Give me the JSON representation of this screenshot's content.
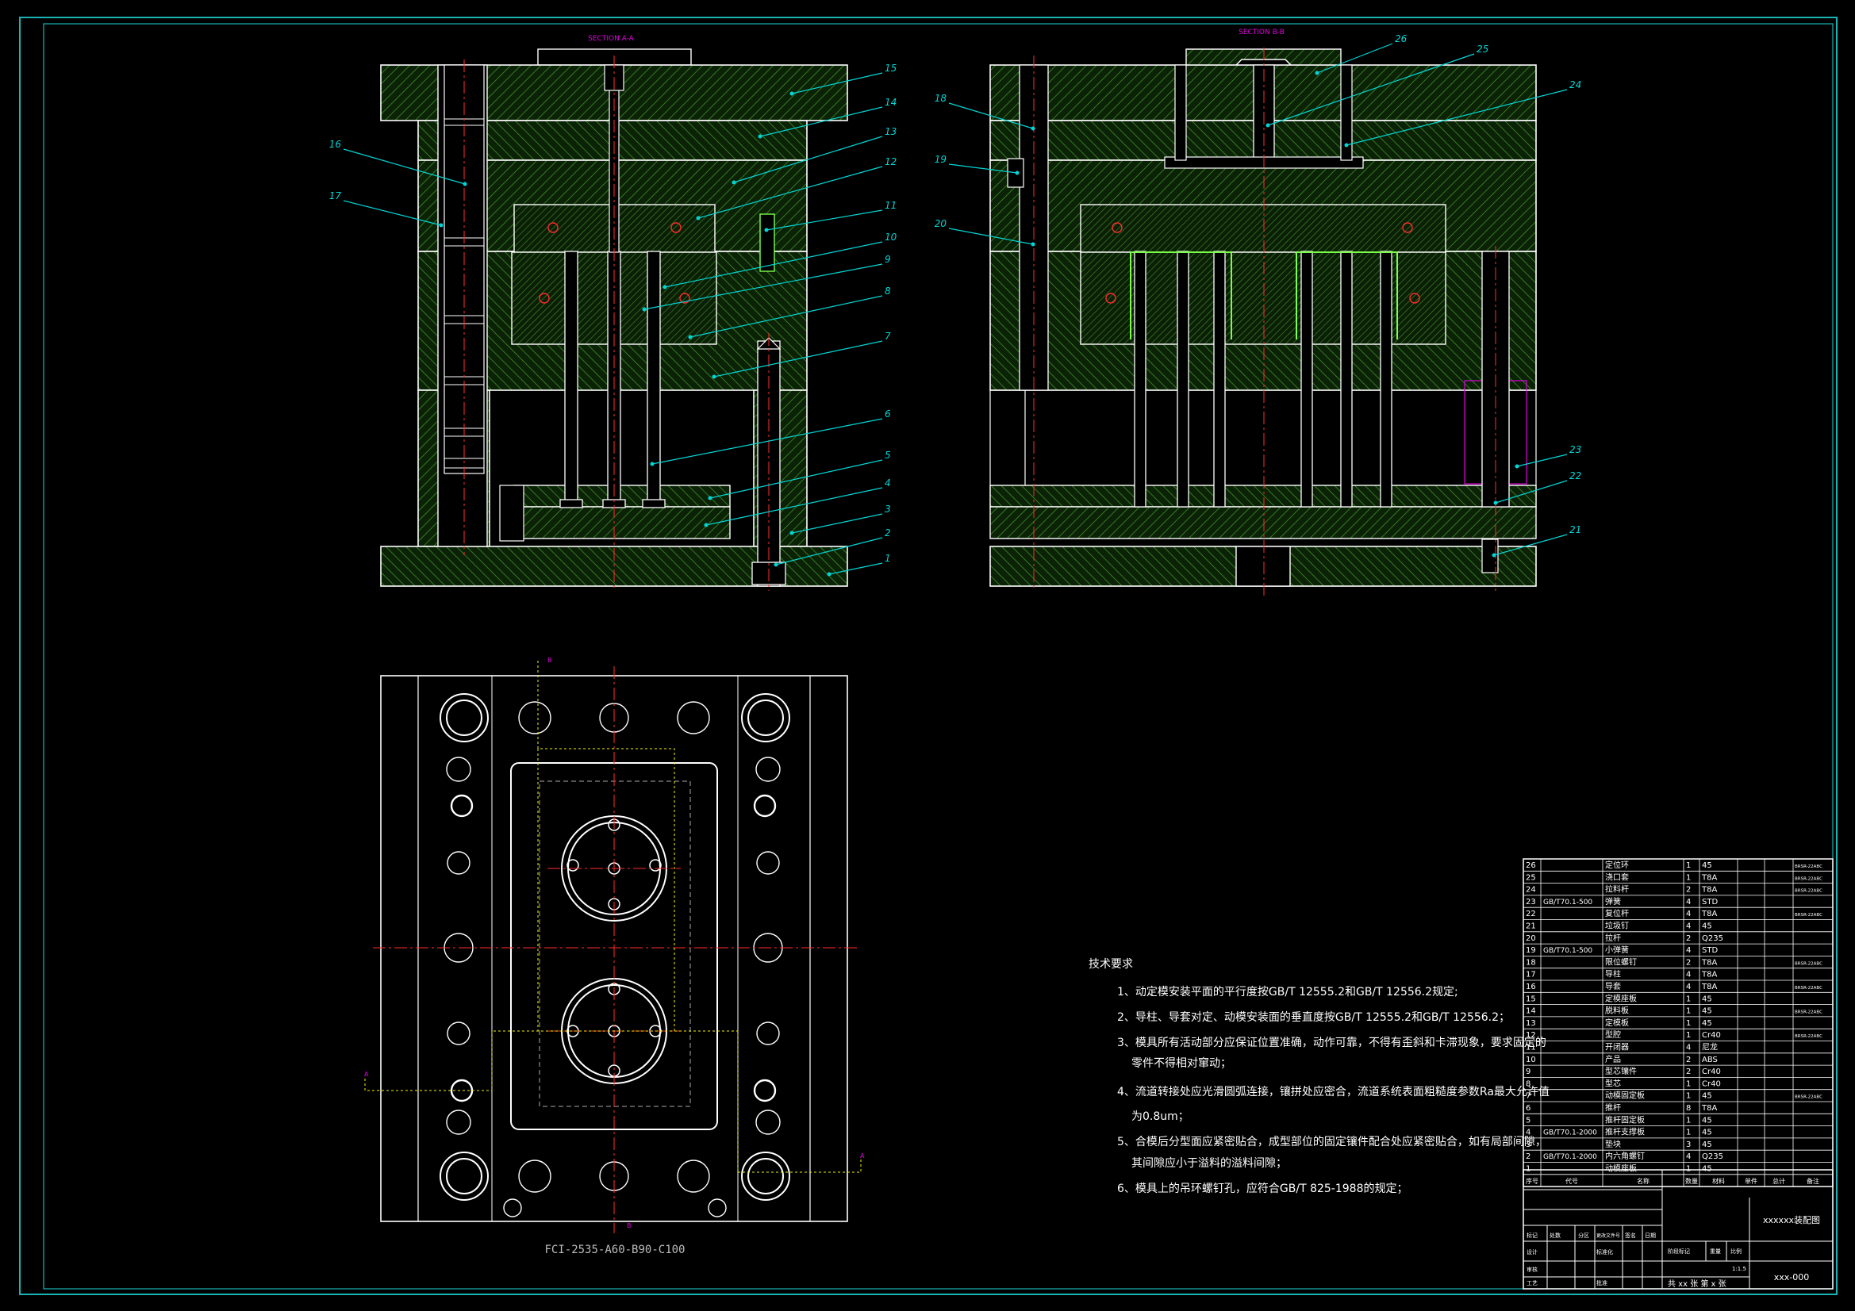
{
  "sections": {
    "section_a": "SECTION A-A",
    "section_b": "SECTION B-B"
  },
  "callouts": [
    "1",
    "2",
    "3",
    "4",
    "5",
    "6",
    "7",
    "8",
    "9",
    "10",
    "11",
    "12",
    "13",
    "14",
    "15",
    "16",
    "17",
    "18",
    "19",
    "20",
    "21",
    "22",
    "23",
    "24",
    "25",
    "26"
  ],
  "section_markers": {
    "b": "B",
    "a": "A"
  },
  "plan_label": "FCI-2535-A60-B90-C100",
  "notes": {
    "title": "技术要求",
    "items": [
      "1、动定模安装平面的平行度按GB/T 12555.2和GB/T 12556.2规定;",
      "2、导柱、导套对定、动模安装面的垂直度按GB/T 12555.2和GB/T 12556.2；",
      "3、模具所有活动部分应保证位置准确，动作可靠，不得有歪斜和卡滞现象，要求固定的",
      "零件不得相对窜动；",
      "4、流道转接处应光滑圆弧连接，镶拼处应密合，流道系统表面粗糙度参数Ra最大允许值",
      "为0.8um；",
      "5、合模后分型面应紧密贴合，成型部位的固定镶件配合处应紧密贴合，如有局部间隙，",
      "其间隙应小于溢料的溢料间隙；",
      "6、模具上的吊环螺钉孔，应符合GB/T 825-1988的规定；"
    ]
  },
  "bom": {
    "rows": [
      [
        "26",
        "",
        "定位环",
        "1",
        "45"
      ],
      [
        "25",
        "",
        "浇口套",
        "1",
        "T8A"
      ],
      [
        "24",
        "",
        "拉料杆",
        "2",
        "T8A"
      ],
      [
        "23",
        "GB/T70.1-500",
        "弹簧",
        "4",
        "STD"
      ],
      [
        "22",
        "",
        "复位杆",
        "4",
        "T8A"
      ],
      [
        "21",
        "",
        "垃圾钉",
        "4",
        "45"
      ],
      [
        "20",
        "",
        "拉杆",
        "2",
        "Q235"
      ],
      [
        "19",
        "GB/T70.1-500",
        "小弹簧",
        "4",
        "STD"
      ],
      [
        "18",
        "",
        "限位螺钉",
        "2",
        "T8A"
      ],
      [
        "17",
        "",
        "导柱",
        "4",
        "T8A"
      ],
      [
        "16",
        "",
        "导套",
        "4",
        "T8A"
      ],
      [
        "15",
        "",
        "定模座板",
        "1",
        "45"
      ],
      [
        "14",
        "",
        "脱料板",
        "1",
        "45"
      ],
      [
        "13",
        "",
        "定模板",
        "1",
        "45"
      ],
      [
        "12",
        "",
        "型腔",
        "1",
        "Cr40"
      ],
      [
        "11",
        "",
        "开闭器",
        "4",
        "尼龙"
      ],
      [
        "10",
        "",
        "产品",
        "2",
        "ABS"
      ],
      [
        "9",
        "",
        "型芯镶件",
        "2",
        "Cr40"
      ],
      [
        "8",
        "",
        "型芯",
        "1",
        "Cr40"
      ],
      [
        "7",
        "",
        "动模固定板",
        "1",
        "45"
      ],
      [
        "6",
        "",
        "推杆",
        "8",
        "T8A"
      ],
      [
        "5",
        "",
        "推杆固定板",
        "1",
        "45"
      ],
      [
        "4",
        "GB/T70.1-2000",
        "推杆支撑板",
        "1",
        "45"
      ],
      [
        "3",
        "",
        "垫块",
        "3",
        "45"
      ],
      [
        "2",
        "GB/T70.1-2000",
        "内六角螺钉",
        "4",
        "Q235"
      ],
      [
        "1",
        "",
        "动模座板",
        "1",
        "45"
      ]
    ],
    "header": [
      "序号",
      "代号",
      "名称",
      "数量",
      "材料",
      "单件",
      "总计",
      "备注"
    ],
    "notes_col": [
      "BRSR-22ABC",
      "BRSR-22ABC",
      "BRSR-22ABC",
      "BRSR-22ABC",
      "BRSR-22ABC",
      "BRSR-22ABC",
      "BRSR-22ABC",
      "BRSR-22ABC",
      "BRSR-22ABC"
    ]
  },
  "titleblock": {
    "drawing_name": "xxxxxx装配图",
    "drawing_no": "xxx-000",
    "scale": "1:1.5",
    "sheets": "共 xx 张  第 x 张",
    "weight_label": "重量",
    "scale_label": "比例",
    "stage_label": "阶段标记",
    "labels": [
      "标记",
      "处数",
      "分区",
      "更改文件号",
      "签名",
      "日期",
      "设计",
      "标准化",
      "审核",
      "工艺",
      "批准"
    ]
  },
  "colors": {
    "bg": "#000000",
    "border": "#19b3b3",
    "line": "#ffffff",
    "hatch": "#3f8f2a",
    "center": "#ff2b2b",
    "leader": "#00d6d6",
    "hidden": "#f5f500",
    "magenta": "#e000e0",
    "green": "#7bff4a"
  }
}
